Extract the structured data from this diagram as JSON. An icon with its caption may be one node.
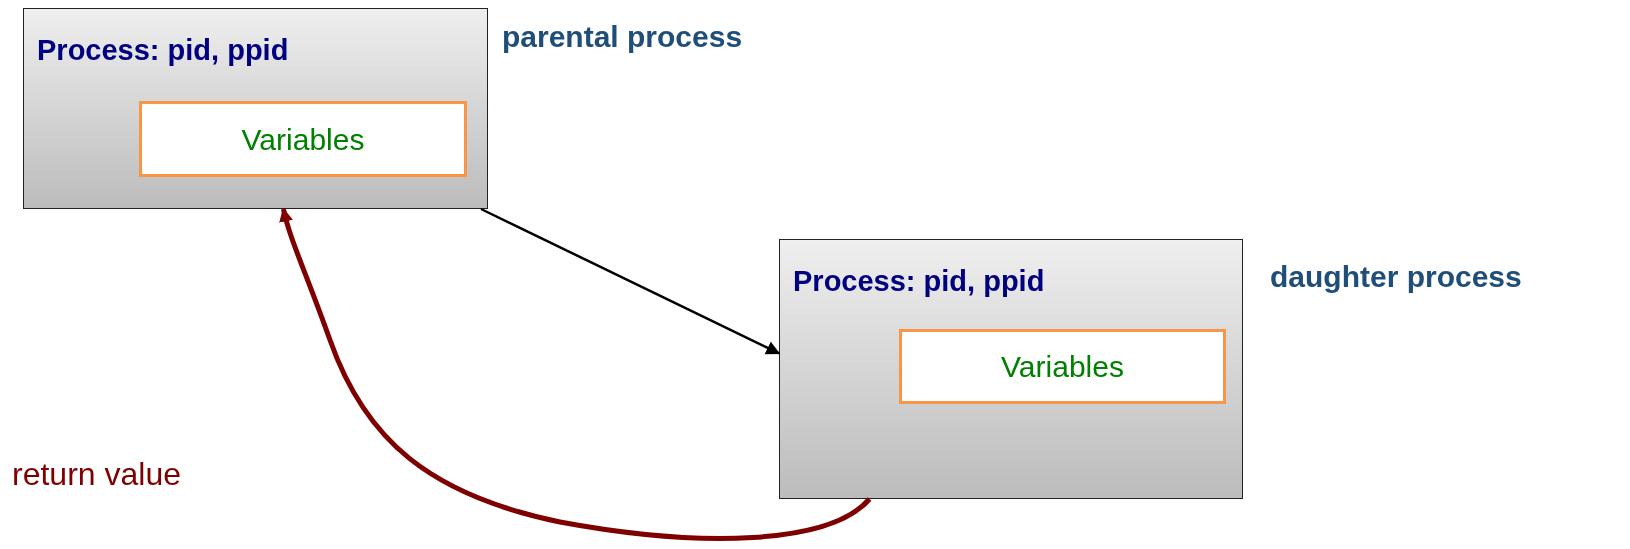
{
  "diagram": {
    "nodes": [
      {
        "text": [
          "Process: pid, ppid"
        ],
        "beside": [
          "parental process"
        ]
      },
      {
        "text": [
          "Variables"
        ],
        "in": 0
      },
      {
        "text": [
          "Process: pid, ppid"
        ],
        "beside": [
          "daughter process"
        ]
      },
      {
        "text": [
          "Variables"
        ],
        "in": 2
      }
    ],
    "edges": [
      {
        "from": 0,
        "to": 2,
        "arrow": "to"
      },
      {
        "from": 2,
        "to": 0,
        "arrow": "to",
        "style": "thick",
        "color": "#7f0000"
      }
    ],
    "labels": [
      "return value"
    ]
  }
}
